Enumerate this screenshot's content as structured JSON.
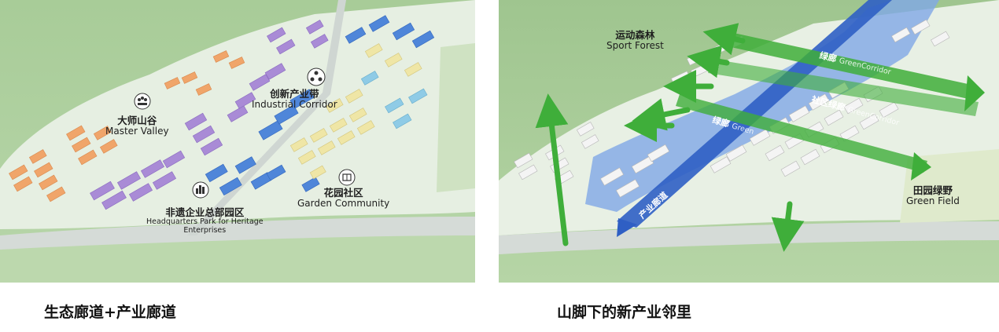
{
  "left_map": {
    "labels": {
      "industrial_zh": "创新产业带",
      "industrial_en": "Industrial Corridor",
      "master_zh": "大师山谷",
      "master_en": "Master Valley",
      "garden_zh": "花园社区",
      "garden_en": "Garden Community",
      "hq_zh": "非遗企业总部园区",
      "hq_en1": "Headquarters Park for Heritage",
      "hq_en2": "Enterprises"
    },
    "colors": {
      "orange": "#f0a56a",
      "purple": "#a98bd6",
      "blue": "#4f86d9",
      "light_blue": "#8fcbe6",
      "yellow": "#efe6a6",
      "hill_green": "#9dc48c",
      "road": "#cfd6d2"
    }
  },
  "right_map": {
    "labels": {
      "sport_zh": "运动森林",
      "sport_en": "Sport Forest",
      "field_zh": "田园绿野",
      "field_en": "Green Field",
      "green_corridor_zh": "绿廊",
      "green_corridor_en": "GreenCorridor",
      "community_corridor_zh": "社区绿廊",
      "industry_corridor_zh": "产业廊道",
      "green_corridor_en_short": "Green"
    },
    "colors": {
      "arrow_green": "#3fae3a",
      "corridor_blue": "#2f5fc4",
      "corridor_fill": "#7fa8e6"
    }
  },
  "captions": {
    "left": "生态廊道+产业廊道",
    "right": "山脚下的新产业邻里"
  }
}
